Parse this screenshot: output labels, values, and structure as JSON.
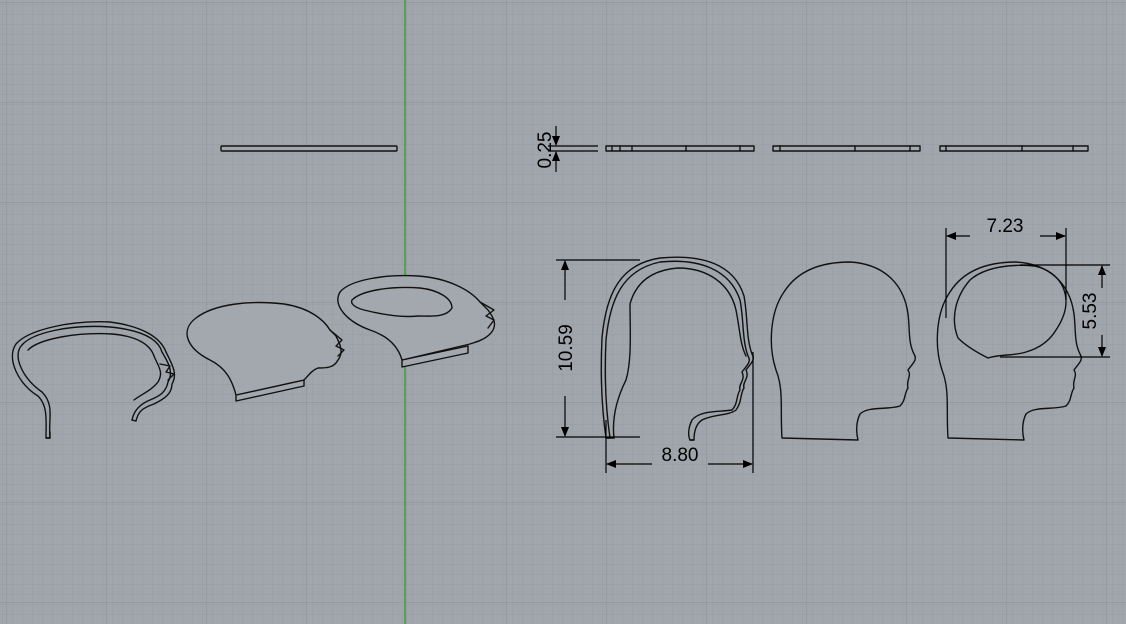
{
  "viewport": {
    "name": "Rhino viewport",
    "background_color": "#a1a6ad",
    "grid_minor_color": "#979ca3",
    "grid_major_color": "#8a9098",
    "y_axis_color": "#2fa52f"
  },
  "dimensions": {
    "thickness": "0.25",
    "height": "10.59",
    "width": "8.80",
    "brain_width": "7.23",
    "brain_height": "5.53"
  }
}
